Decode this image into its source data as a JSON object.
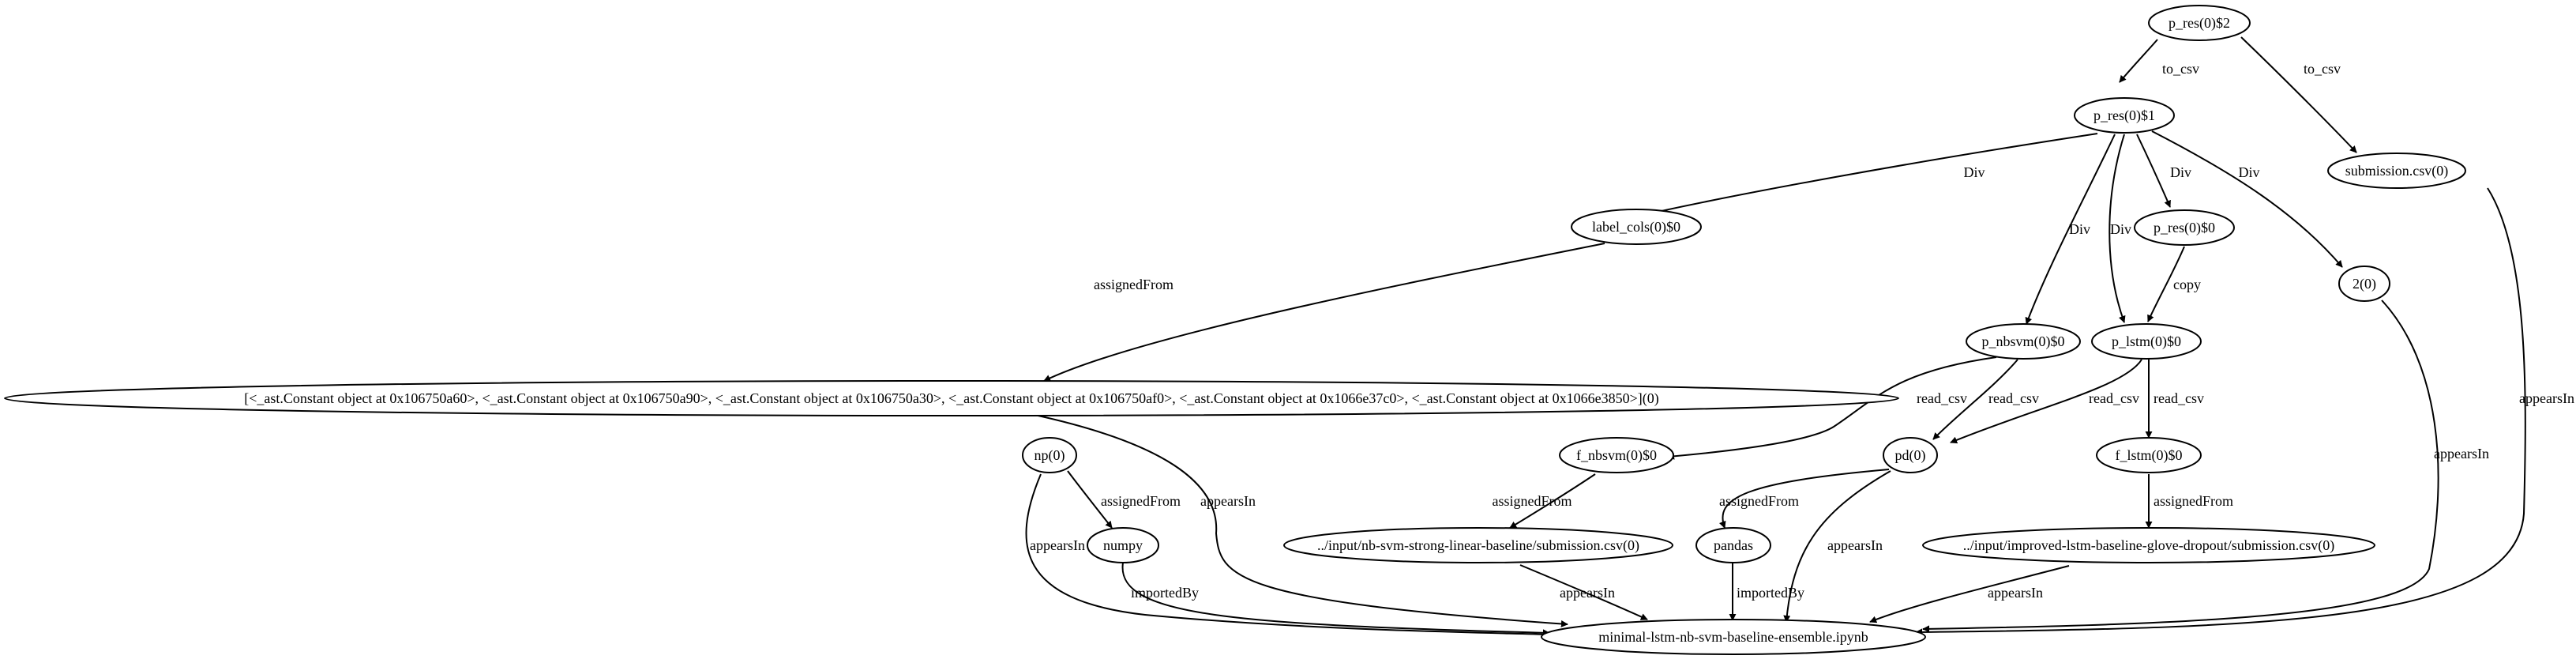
{
  "nodes": {
    "p_res2": "p_res(0)$2",
    "p_res1": "p_res(0)$1",
    "submission": "submission.csv(0)",
    "label_cols": "label_cols(0)$0",
    "p_res0": "p_res(0)$0",
    "two": "2(0)",
    "p_nbsvm": "p_nbsvm(0)$0",
    "p_lstm": "p_lstm(0)$0",
    "constants": "[<_ast.Constant object at 0x106750a60>, <_ast.Constant object at 0x106750a90>, <_ast.Constant object at 0x106750a30>, <_ast.Constant object at 0x106750af0>, <_ast.Constant object at 0x1066e37c0>, <_ast.Constant object at 0x1066e3850>](0)",
    "np": "np(0)",
    "f_nbsvm": "f_nbsvm(0)$0",
    "pd": "pd(0)",
    "f_lstm": "f_lstm(0)$0",
    "numpy": "numpy",
    "nbsvm_csv": "../input/nb-svm-strong-linear-baseline/submission.csv(0)",
    "pandas": "pandas",
    "lstm_csv": "../input/improved-lstm-baseline-glove-dropout/submission.csv(0)",
    "notebook": "minimal-lstm-nb-svm-baseline-ensemble.ipynb"
  },
  "edges": {
    "p_res2_p_res1": "to_csv",
    "p_res2_submission": "to_csv",
    "p_res1_label_cols": "Div",
    "p_res1_p_nbsvm": "Div",
    "p_res1_p_lstm": "Div",
    "p_res1_p_res0": "Div",
    "p_res1_two": "Div",
    "p_res0_p_lstm": "copy",
    "label_cols_constants": "assignedFrom",
    "p_nbsvm_f_nbsvm": "read_csv",
    "p_nbsvm_pd": "read_csv",
    "p_lstm_pd": "read_csv",
    "p_lstm_f_lstm": "read_csv",
    "np_numpy": "assignedFrom",
    "f_nbsvm_nbsvm_csv": "assignedFrom",
    "pd_pandas": "assignedFrom",
    "f_lstm_lstm_csv": "assignedFrom",
    "numpy_notebook": "importedBy",
    "pandas_notebook": "importedBy",
    "np_notebook": "appearsIn",
    "constants_notebook": "appearsIn",
    "nbsvm_csv_notebook": "appearsIn",
    "pd_notebook": "appearsIn",
    "lstm_csv_notebook": "appearsIn",
    "two_notebook": "appearsIn",
    "submission_notebook": "appearsIn"
  }
}
